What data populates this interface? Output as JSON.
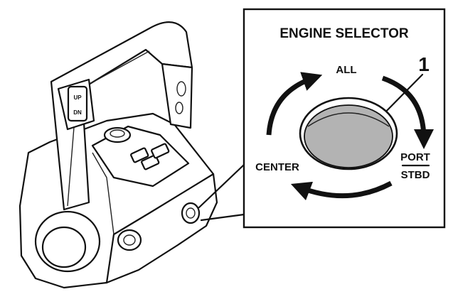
{
  "callout": {
    "title": "ENGINE SELECTOR",
    "item_number": "1",
    "positions": {
      "all": "ALL",
      "port": "PORT",
      "stbd": "STBD",
      "center": "CENTER"
    }
  },
  "control": {
    "handle_buttons": {
      "up": "UP",
      "dn": "DN"
    }
  },
  "colors": {
    "knob_fill": "#b3b3b3",
    "line": "#111111",
    "background": "#ffffff"
  }
}
